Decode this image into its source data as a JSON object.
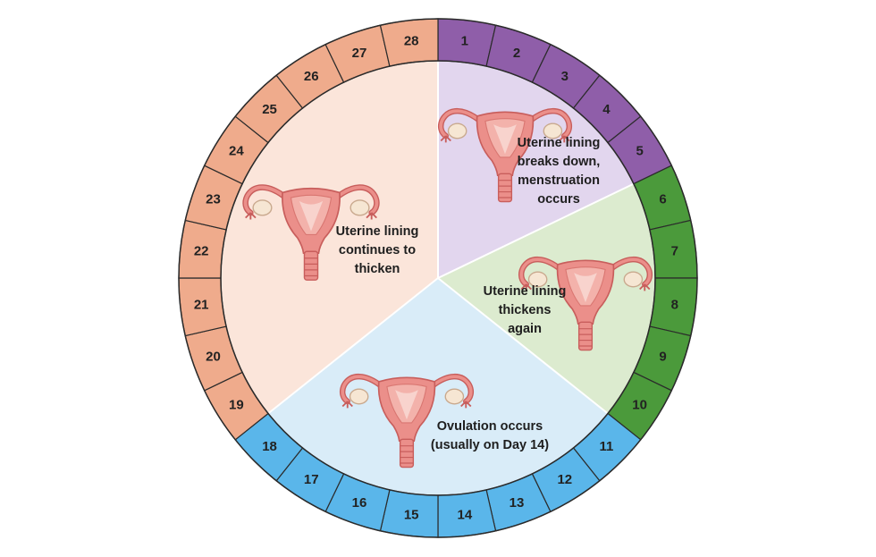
{
  "days": [
    "1",
    "2",
    "3",
    "4",
    "5",
    "6",
    "7",
    "8",
    "9",
    "10",
    "11",
    "12",
    "13",
    "14",
    "15",
    "16",
    "17",
    "18",
    "19",
    "20",
    "21",
    "22",
    "23",
    "24",
    "25",
    "26",
    "27",
    "28"
  ],
  "phases": [
    {
      "id": "menstruation",
      "first_day": 1,
      "last_day": 5,
      "ring_color": "#8f5ea9",
      "fill_color": "#e2d6ee",
      "lines": [
        "Uterine lining",
        "breaks down,",
        "menstruation",
        "occurs"
      ]
    },
    {
      "id": "rebuild",
      "first_day": 6,
      "last_day": 10,
      "ring_color": "#4b9a3b",
      "fill_color": "#dcebcf",
      "lines": [
        "Uterine lining",
        "thickens",
        "again"
      ]
    },
    {
      "id": "ovulation",
      "first_day": 11,
      "last_day": 18,
      "ring_color": "#5ab6ea",
      "fill_color": "#d9ecf8",
      "lines": [
        "Ovulation occurs",
        "(usually on Day 14)"
      ]
    },
    {
      "id": "luteal",
      "first_day": 19,
      "last_day": 28,
      "ring_color": "#efab8c",
      "fill_color": "#fbe5da",
      "lines": [
        "Uterine lining",
        "continues to",
        "thicken"
      ]
    }
  ],
  "colors": {
    "uterus": "#eb8f8a",
    "uterus_dark": "#c85e5c",
    "ovary": "#f6e6d3",
    "lining": "#f3b2ab",
    "divider": "#ffffff"
  }
}
